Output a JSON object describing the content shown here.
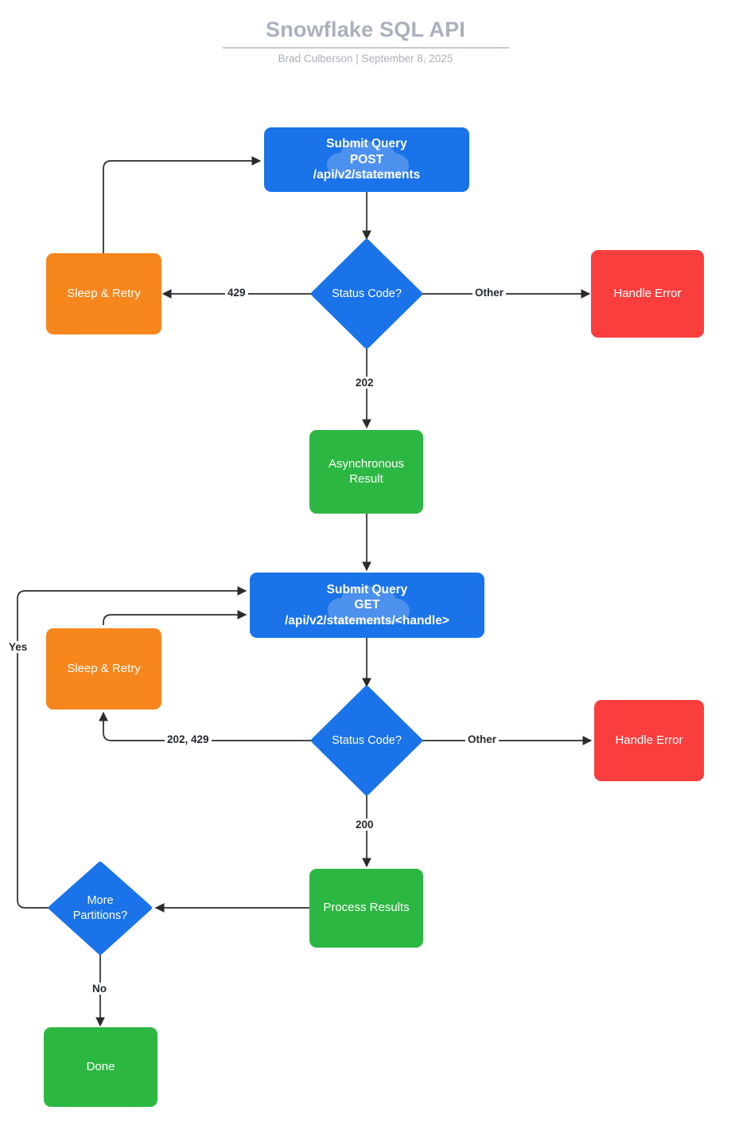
{
  "header": {
    "title": "Snowflake SQL API",
    "byline": "Brad Culberson  |  September 8, 2025",
    "author": "Brad Culberson",
    "date": "September 8, 2025"
  },
  "colors": {
    "blue": "#1a73e8",
    "orange": "#f7861c",
    "red": "#fa3e3e",
    "green": "#2cb742",
    "title_gray": "#aab0bd",
    "edge": "#2b2b2b",
    "background": "#ffffff"
  },
  "chart_data": {
    "type": "diagram",
    "title": "Snowflake SQL API",
    "nodes": [
      {
        "id": "submit_post",
        "label": "Submit Query\nPOST\n/api/v2/statements",
        "shape": "rounded-rect",
        "color": "#1a73e8",
        "watermark": "cloud"
      },
      {
        "id": "sleep_retry_1",
        "label": "Sleep & Retry",
        "shape": "rounded-rect",
        "color": "#f7861c"
      },
      {
        "id": "status_1",
        "label": "Status Code?",
        "shape": "diamond",
        "color": "#1a73e8"
      },
      {
        "id": "handle_err_1",
        "label": "Handle Error",
        "shape": "rounded-rect",
        "color": "#fa3e3e"
      },
      {
        "id": "async_result",
        "label": "Asynchronous\nResult",
        "shape": "rounded-rect",
        "color": "#2cb742"
      },
      {
        "id": "submit_get",
        "label": "Submit Query\nGET\n/api/v2/statements/<handle>",
        "shape": "rounded-rect",
        "color": "#1a73e8",
        "watermark": "cloud"
      },
      {
        "id": "sleep_retry_2",
        "label": "Sleep & Retry",
        "shape": "rounded-rect",
        "color": "#f7861c"
      },
      {
        "id": "status_2",
        "label": "Status Code?",
        "shape": "diamond",
        "color": "#1a73e8"
      },
      {
        "id": "handle_err_2",
        "label": "Handle Error",
        "shape": "rounded-rect",
        "color": "#fa3e3e"
      },
      {
        "id": "process",
        "label": "Process Results",
        "shape": "rounded-rect",
        "color": "#2cb742"
      },
      {
        "id": "more_parts",
        "label": "More\nPartitions?",
        "shape": "diamond",
        "color": "#1a73e8"
      },
      {
        "id": "done",
        "label": "Done",
        "shape": "rounded-rect",
        "color": "#2cb742"
      }
    ],
    "edges": [
      {
        "from": "submit_post",
        "to": "status_1",
        "label": ""
      },
      {
        "from": "status_1",
        "to": "sleep_retry_1",
        "label": "429"
      },
      {
        "from": "status_1",
        "to": "handle_err_1",
        "label": "Other"
      },
      {
        "from": "status_1",
        "to": "async_result",
        "label": "202"
      },
      {
        "from": "sleep_retry_1",
        "to": "submit_post",
        "label": ""
      },
      {
        "from": "async_result",
        "to": "submit_get",
        "label": ""
      },
      {
        "from": "status_2",
        "to": "sleep_retry_2",
        "label": "202, 429"
      },
      {
        "from": "status_2",
        "to": "handle_err_2",
        "label": "Other"
      },
      {
        "from": "status_2",
        "to": "process",
        "label": "200"
      },
      {
        "from": "sleep_retry_2",
        "to": "submit_get",
        "label": ""
      },
      {
        "from": "submit_get",
        "to": "status_2",
        "label": ""
      },
      {
        "from": "process",
        "to": "more_parts",
        "label": ""
      },
      {
        "from": "more_parts",
        "to": "submit_get",
        "label": "Yes"
      },
      {
        "from": "more_parts",
        "to": "done",
        "label": "No"
      }
    ]
  },
  "nodes": {
    "submit_post": {
      "line1": "Submit Query",
      "line2": "POST",
      "line3": "/api/v2/statements",
      "full": "Submit Query\nPOST\n/api/v2/statements"
    },
    "sleep_retry_1": {
      "label": "Sleep & Retry"
    },
    "status_1": {
      "label": "Status Code?"
    },
    "handle_err_1": {
      "label": "Handle Error"
    },
    "async_result": {
      "label": "Asynchronous\nResult"
    },
    "submit_get": {
      "line1": "Submit Query",
      "line2": "GET",
      "line3": "/api/v2/statements/<handle>",
      "full": "Submit Query\nGET\n/api/v2/statements/<handle>"
    },
    "sleep_retry_2": {
      "label": "Sleep & Retry"
    },
    "status_2": {
      "label": "Status Code?"
    },
    "handle_err_2": {
      "label": "Handle Error"
    },
    "process": {
      "label": "Process Results"
    },
    "more_parts": {
      "label": "More\nPartitions?"
    },
    "done": {
      "label": "Done"
    }
  },
  "edge_labels": {
    "retry_429": "429",
    "other_1": "Other",
    "code_202": "202",
    "retry_202_429": "202, 429",
    "other_2": "Other",
    "code_200": "200",
    "yes": "Yes",
    "no": "No"
  }
}
